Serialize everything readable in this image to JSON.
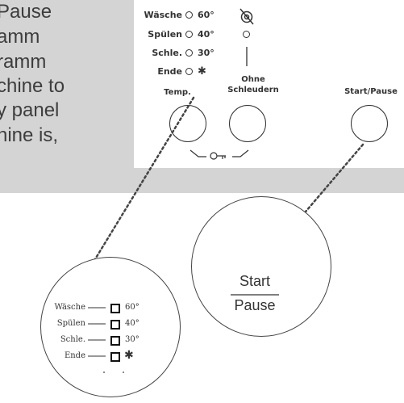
{
  "background_text": [
    "Pause",
    "amm",
    "ramm",
    "chine to",
    "y panel",
    "hine is,"
  ],
  "panel": {
    "rows": [
      {
        "label": "Wäsche",
        "value": "60°"
      },
      {
        "label": "Spülen",
        "value": "40°"
      },
      {
        "label": "Schle.",
        "value": "30°"
      },
      {
        "label": "Ende",
        "value": "✱"
      }
    ],
    "buttons": {
      "temp": "Temp.",
      "spin_line1": "Ohne",
      "spin_line2": "Schleudern",
      "start_pause": "Start/Pause"
    }
  },
  "zoom_left": {
    "rows": [
      {
        "label": "Wäsche",
        "value": "60°"
      },
      {
        "label": "Spülen",
        "value": "40°"
      },
      {
        "label": "Schle.",
        "value": "30°"
      },
      {
        "label": "Ende",
        "value": "✱"
      }
    ]
  },
  "zoom_right": {
    "line1": "Start",
    "line2": "Pause"
  }
}
